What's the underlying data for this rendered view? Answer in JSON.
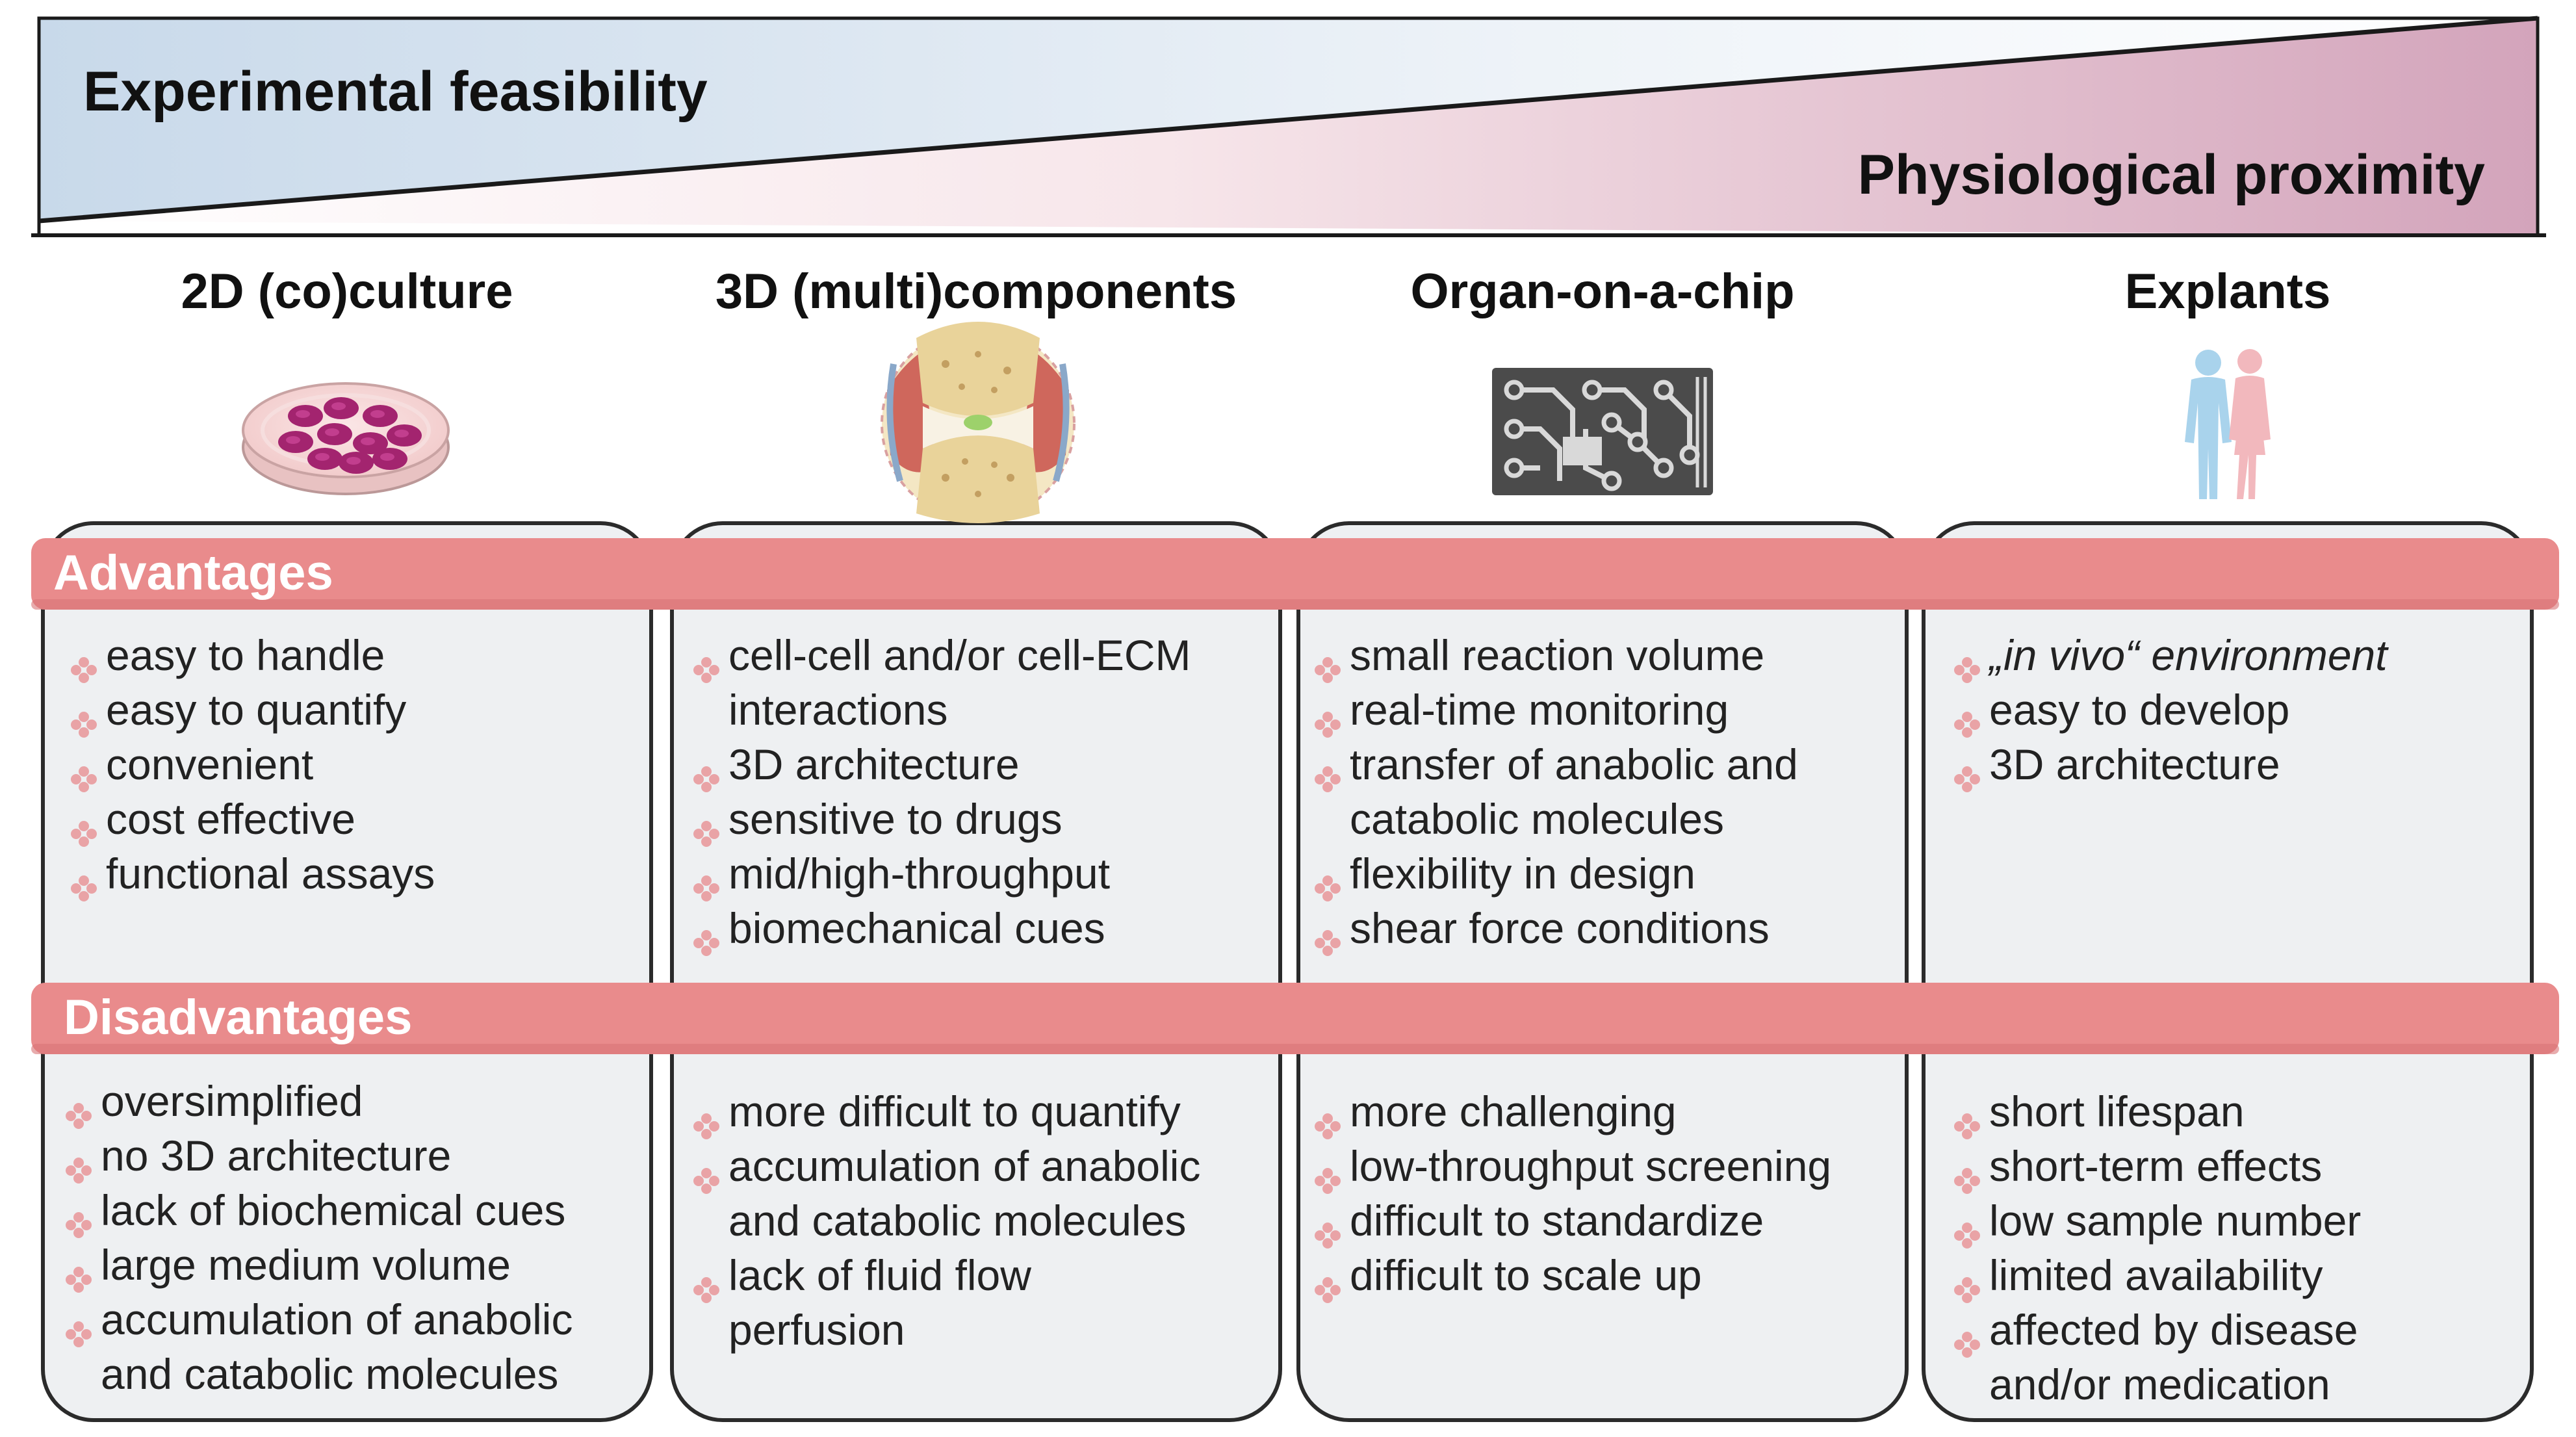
{
  "banner": {
    "left_label": "Experimental feasibility",
    "right_label": "Physiological proximity"
  },
  "bands": {
    "advantages": "Advantages",
    "disadvantages": "Disadvantages"
  },
  "colors": {
    "band": "#e98b8c",
    "bullet": "#e9a3a6",
    "box_fill": "#eef0f2",
    "box_stroke": "#2b2b2b"
  },
  "columns": [
    {
      "title": "2D (co)culture",
      "icon": "petri-dish-icon",
      "advantages": [
        "easy to handle",
        "easy to quantify",
        "convenient",
        "cost effective",
        "functional assays"
      ],
      "disadvantages": [
        "oversimplified",
        "no 3D architecture",
        "lack of biochemical cues",
        "large medium volume",
        "accumulation of anabolic",
        "and catabolic molecules"
      ]
    },
    {
      "title": "3D (multi)components",
      "icon": "knee-joint-icon",
      "advantages": [
        "cell-cell and/or cell-ECM",
        "interactions",
        "3D architecture",
        "sensitive to drugs",
        "mid/high-throughput",
        "biomechanical cues"
      ],
      "disadvantages": [
        "more difficult to quantify",
        "accumulation of anabolic",
        "and catabolic molecules",
        "lack of fluid flow",
        "perfusion"
      ]
    },
    {
      "title": "Organ-on-a-chip",
      "icon": "microchip-icon",
      "advantages": [
        "small reaction volume",
        "real-time monitoring",
        "transfer of anabolic and",
        "catabolic molecules",
        "flexibility in design",
        "shear force conditions"
      ],
      "disadvantages": [
        "more challenging",
        "low-throughput screening",
        "difficult to standardize",
        "difficult to scale up"
      ]
    },
    {
      "title": "Explants",
      "icon": "human-figures-icon",
      "advantages": [
        "„in vivo“ environment",
        "easy to develop",
        "3D architecture"
      ],
      "disadvantages": [
        "short lifespan",
        "short-term effects",
        "low sample number",
        "limited availability",
        "affected by disease",
        "and/or medication"
      ]
    }
  ]
}
